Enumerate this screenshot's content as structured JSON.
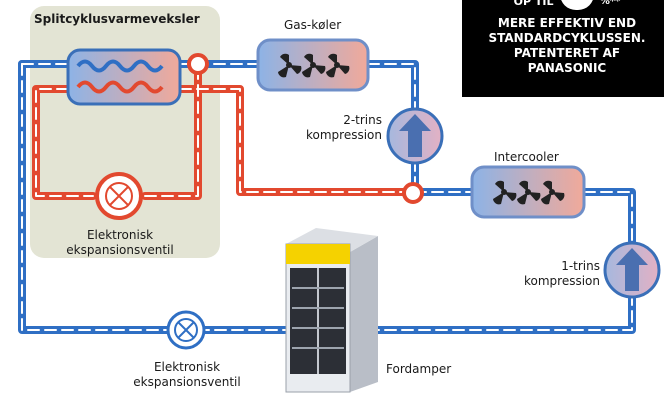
{
  "labels": {
    "split_hx": "Splitcyklusvarmeveksler",
    "gas_cooler": "Gas-køler",
    "stage2_l1": "2-trins",
    "stage2_l2": "kompression",
    "intercooler": "Intercooler",
    "stage1_l1": "1-trins",
    "stage1_l2": "kompression",
    "evaporator": "Fordamper",
    "valve_top_l1": "Elektronisk",
    "valve_top_l2": "ekspansionsventil",
    "valve_bottom_l1": "Elektronisk",
    "valve_bottom_l2": "ekspansionsventil"
  },
  "badge": {
    "line0_prefix": "OP TIL",
    "line0_suffix": "%**",
    "line1": "MERE EFFEKTIV END",
    "line2": "STANDARDCYKLUSSEN.",
    "line3": "PATENTERET AF",
    "line4": "PANASONIC"
  },
  "colors": {
    "blue_pipe": "#2f6fc4",
    "red_pipe": "#e2492f",
    "panel_bg": "#e3e4d4",
    "arrow_fill": "#4a6fb0",
    "compressor_bg": "#c6b3cf",
    "hx_blue": "#8db3e6",
    "hx_red": "#f1a99a",
    "fridge_top": "#f5d200"
  }
}
